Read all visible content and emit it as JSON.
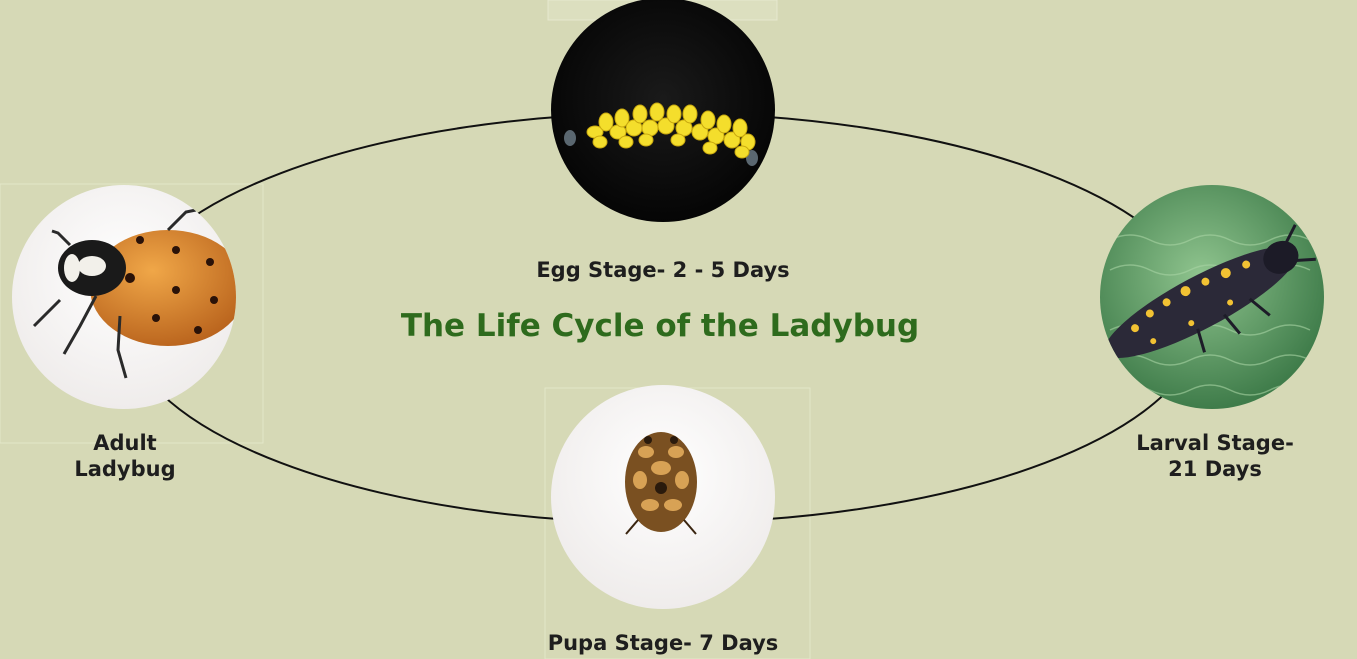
{
  "title": "The Life Cycle of the Ladybug",
  "stages": [
    {
      "key": "egg",
      "lines": [
        "Egg Stage- 2 - 5 Days"
      ],
      "icon": "egg-cluster-photo"
    },
    {
      "key": "larval",
      "lines": [
        "Larval Stage-",
        "21 Days"
      ],
      "icon": "larva-photo"
    },
    {
      "key": "pupa",
      "lines": [
        "Pupa Stage- 7 Days"
      ],
      "icon": "pupa-photo"
    },
    {
      "key": "adult",
      "lines": [
        "Adult",
        "Ladybug"
      ],
      "icon": "ladybug-photo"
    }
  ],
  "colors": {
    "background": "#d6d9b6",
    "title": "#2e6b1d",
    "label": "#1e1e1e",
    "cycle_line": "#111111"
  }
}
